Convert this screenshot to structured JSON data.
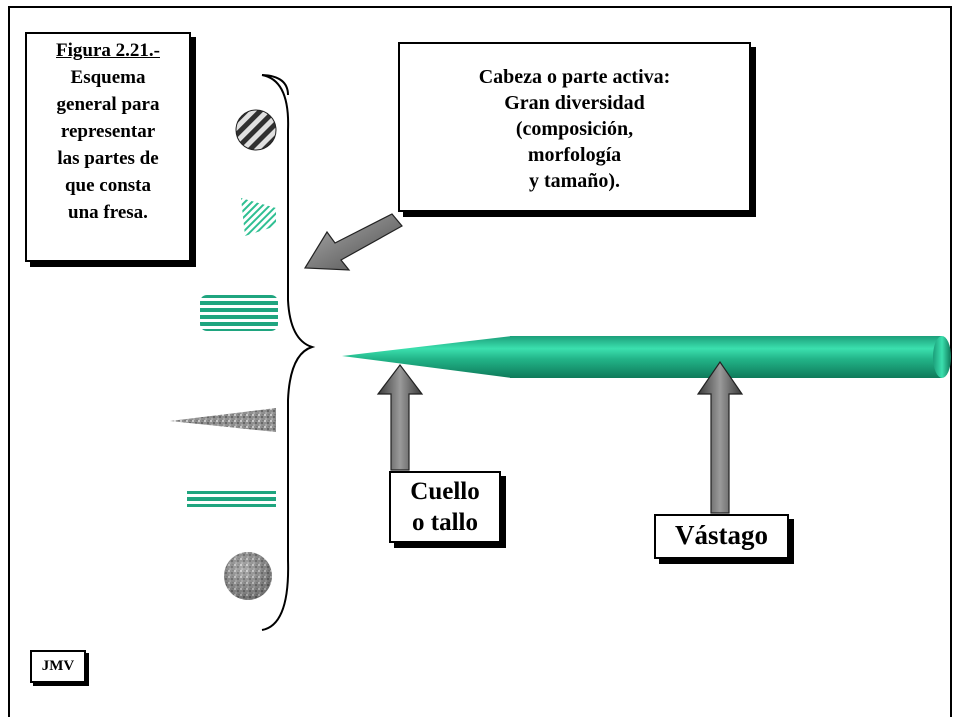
{
  "caption": {
    "title": "Figura 2.21.-",
    "lines": [
      "Esquema",
      "general para",
      "representar",
      "las partes de",
      "que consta",
      "una fresa."
    ]
  },
  "cabeza": {
    "lines": [
      "Cabeza o parte activa:",
      "Gran diversidad",
      "(composición,",
      "morfología",
      "y tamaño)."
    ]
  },
  "cuello": {
    "lines": [
      "Cuello",
      "o tallo"
    ]
  },
  "vastago": {
    "label": "Vástago"
  },
  "author": {
    "initials": "JMV"
  },
  "colors": {
    "accent": "#1fa57f",
    "accent_light": "#34d6a5",
    "arrow_gray": "#6e6e6e",
    "stone_gray": "#9a9a9a"
  }
}
